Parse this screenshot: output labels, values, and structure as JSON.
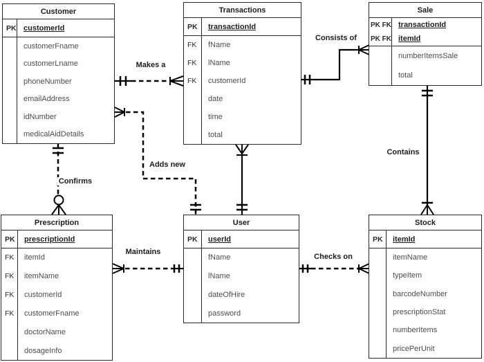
{
  "entities": {
    "customer": {
      "title": "Customer",
      "pk": [
        {
          "key": "PK",
          "name": "customerId",
          "pk": true
        }
      ],
      "attrs": [
        {
          "key": "",
          "name": "customerFname"
        },
        {
          "key": "",
          "name": "customerLname"
        },
        {
          "key": "",
          "name": "phoneNumber"
        },
        {
          "key": "",
          "name": "emailAddress"
        },
        {
          "key": "",
          "name": "idNumber"
        },
        {
          "key": "",
          "name": "medicalAidDetails"
        }
      ]
    },
    "transactions": {
      "title": "Transactions",
      "pk": [
        {
          "key": "PK",
          "name": "transactionId",
          "pk": true
        }
      ],
      "attrs": [
        {
          "key": "FK",
          "name": "fName"
        },
        {
          "key": "FK",
          "name": "lName"
        },
        {
          "key": "FK",
          "name": "customerId"
        },
        {
          "key": "",
          "name": "date"
        },
        {
          "key": "",
          "name": "time"
        },
        {
          "key": "",
          "name": "total"
        }
      ]
    },
    "sale": {
      "title": "Sale",
      "pk": [
        {
          "key": "PK FK",
          "name": "transactionId",
          "pk": true
        },
        {
          "key": "PK FK",
          "name": "itemId",
          "pk": true
        }
      ],
      "attrs": [
        {
          "key": "",
          "name": "numberItemsSale"
        },
        {
          "key": "",
          "name": "total"
        }
      ]
    },
    "prescription": {
      "title": "Prescription",
      "pk": [
        {
          "key": "PK",
          "name": "prescriptionId",
          "pk": true
        }
      ],
      "attrs": [
        {
          "key": "FK",
          "name": "itemId"
        },
        {
          "key": "FK",
          "name": "itemName"
        },
        {
          "key": "FK",
          "name": "customerId"
        },
        {
          "key": "FK",
          "name": "customerFname"
        },
        {
          "key": "",
          "name": "doctorName"
        },
        {
          "key": "",
          "name": "dosageInfo"
        }
      ]
    },
    "user": {
      "title": "User",
      "pk": [
        {
          "key": "PK",
          "name": "userId",
          "pk": true
        }
      ],
      "attrs": [
        {
          "key": "",
          "name": "fName"
        },
        {
          "key": "",
          "name": "lName"
        },
        {
          "key": "",
          "name": "dateOfHire"
        },
        {
          "key": "",
          "name": "password"
        }
      ]
    },
    "stock": {
      "title": "Stock",
      "pk": [
        {
          "key": "PK",
          "name": "itemId",
          "pk": true
        }
      ],
      "attrs": [
        {
          "key": "",
          "name": "itemName"
        },
        {
          "key": "",
          "name": "typeItem"
        },
        {
          "key": "",
          "name": "barcodeNumber"
        },
        {
          "key": "",
          "name": "prescriptionStat"
        },
        {
          "key": "",
          "name": "numberItems"
        },
        {
          "key": "",
          "name": "pricePerUnit"
        }
      ]
    }
  },
  "relationships": {
    "makes_a": {
      "label": "Makes a",
      "from": "Customer",
      "to": "Transactions",
      "line": "dashed",
      "from_cardinality": "exactly-one",
      "to_cardinality": "many"
    },
    "consists_of": {
      "label": "Consists of",
      "from": "Transactions",
      "to": "Sale",
      "line": "solid",
      "from_cardinality": "exactly-one",
      "to_cardinality": "many"
    },
    "adds_new": {
      "label": "Adds new",
      "from": "User",
      "to": "Customer",
      "line": "dashed",
      "from_cardinality": "exactly-one",
      "to_cardinality": "many"
    },
    "confirms": {
      "label": "Confirms",
      "from": "Customer",
      "to": "Prescription",
      "line": "dashed",
      "from_cardinality": "exactly-one",
      "to_cardinality": "zero-or-many"
    },
    "maintains": {
      "label": "Maintains",
      "from": "User",
      "to": "Prescription",
      "line": "dashed",
      "from_cardinality": "exactly-one",
      "to_cardinality": "many"
    },
    "checks_on": {
      "label": "Checks on",
      "from": "User",
      "to": "Stock",
      "line": "dashed",
      "from_cardinality": "exactly-one",
      "to_cardinality": "many"
    },
    "contains": {
      "label": "Contains",
      "from": "Sale",
      "to": "Stock",
      "line": "solid",
      "from_cardinality": "exactly-one",
      "to_cardinality": "one-or-many"
    },
    "transactions_user": {
      "label": "",
      "from": "User",
      "to": "Transactions",
      "line": "solid",
      "from_cardinality": "exactly-one",
      "to_cardinality": "many"
    }
  },
  "colors": {
    "background": "#ffffff",
    "line": "#000000",
    "box_border": "#262626",
    "attr_text": "#4c4c4c",
    "title_text": "#1c1c1c"
  }
}
